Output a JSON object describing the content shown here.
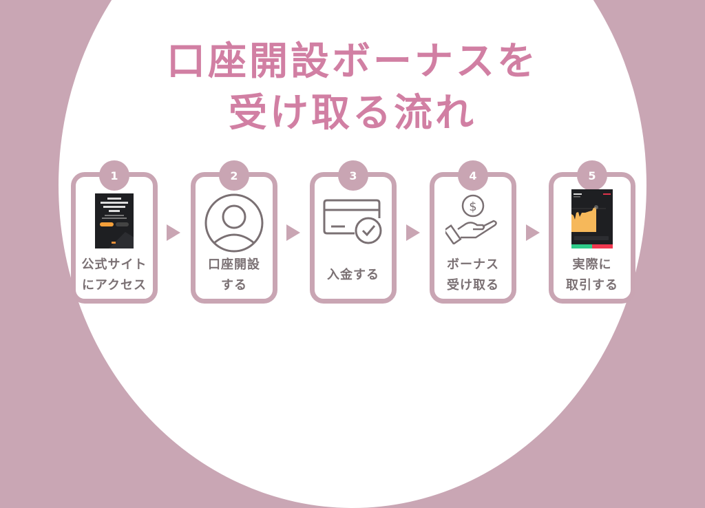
{
  "title": {
    "line1": "口座開設ボーナスを",
    "line2": "受け取る流れ"
  },
  "colors": {
    "background": "#c9a6b4",
    "title": "#d17fa3",
    "card_border": "#c9a5b3",
    "label_text": "#7a7073",
    "icon_stroke": "#7a7073"
  },
  "steps": [
    {
      "number": "1",
      "label_line1": "公式サイト",
      "label_line2": "にアクセス",
      "icon": "website-screenshot"
    },
    {
      "number": "2",
      "label_line1": "口座開設",
      "label_line2": "する",
      "icon": "user-account-icon"
    },
    {
      "number": "3",
      "label_line1": "入金する",
      "label_line2": "",
      "icon": "credit-card-check-icon"
    },
    {
      "number": "4",
      "label_line1": "ボーナス",
      "label_line2": "受け取る",
      "icon": "hand-dollar-coin-icon"
    },
    {
      "number": "5",
      "label_line1": "実際に",
      "label_line2": "取引する",
      "icon": "trading-app-screenshot"
    }
  ]
}
